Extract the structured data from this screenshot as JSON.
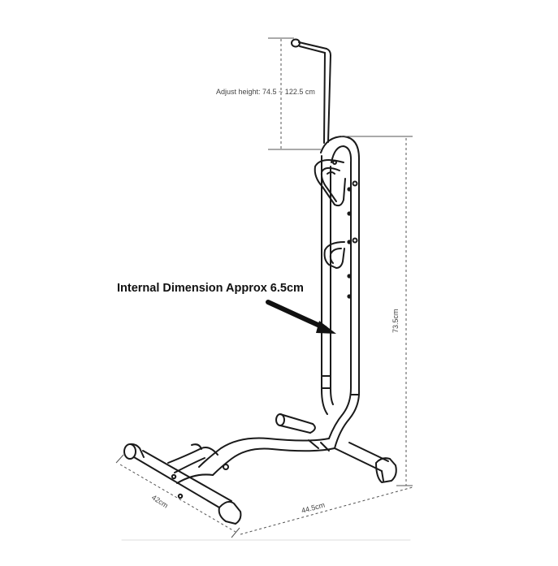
{
  "annotations": {
    "adjust_height": "Adjust height: 74.5 ~ 122.5 cm",
    "internal_dimension": "Internal Dimension Approx 6.5cm",
    "height": "73.5cm",
    "depth": "42cm",
    "width": "44.5cm"
  },
  "colors": {
    "line": "#1a1a1a",
    "dimension": "#555555",
    "arrow": "#111111"
  }
}
